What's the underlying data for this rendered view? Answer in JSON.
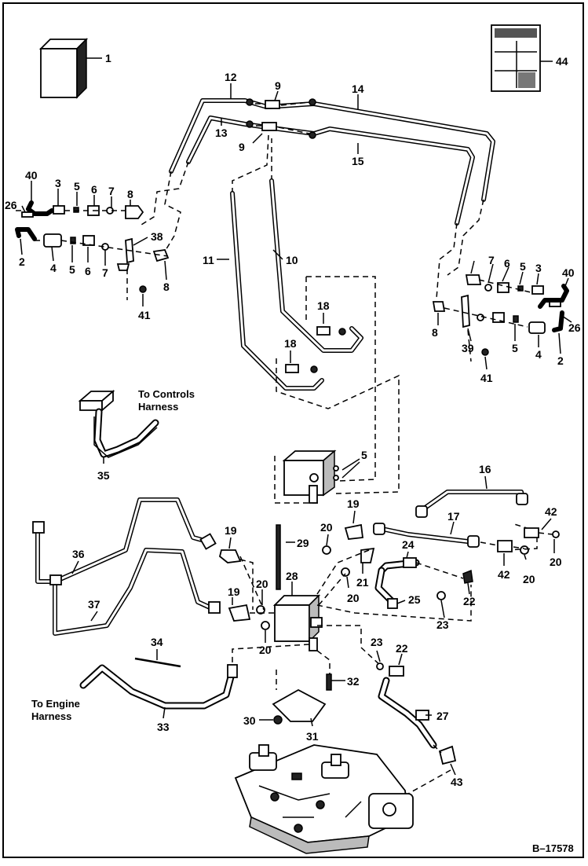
{
  "figure_number": "B–17578",
  "notes": {
    "controls_line1": "To Controls",
    "controls_line2": "Harness",
    "engine_line1": "To Engine",
    "engine_line2": "Harness"
  },
  "callouts": {
    "c1": "1",
    "c44": "44",
    "c12": "12",
    "c9a": "9",
    "c14": "14",
    "c13": "13",
    "c9b": "9",
    "c15": "15",
    "c40l": "40",
    "c3l": "3",
    "c5l": "5",
    "c6l": "6",
    "c7l": "7",
    "c8l": "8",
    "c26l": "26",
    "c2l": "2",
    "c4l": "4",
    "c5l2": "5",
    "c6l2": "6",
    "c7l2": "7",
    "c38": "38",
    "c8l2": "8",
    "c41l": "41",
    "c11": "11",
    "c10": "10",
    "c18a": "18",
    "c18b": "18",
    "c7r": "7",
    "c6r": "6",
    "c5r": "5",
    "c3r": "3",
    "c40r": "40",
    "c26r": "26",
    "c8r": "8",
    "c39": "39",
    "c5r2": "5",
    "c4r": "4",
    "c2r": "2",
    "c41r": "41",
    "c35": "35",
    "c5m": "5",
    "c16": "16",
    "c42a": "42",
    "c20a": "20",
    "c19a": "19",
    "c17": "17",
    "c36": "36",
    "c37": "37",
    "c19b": "19",
    "c19c": "19",
    "c29": "29",
    "c28": "28",
    "c20b": "20",
    "c20c": "20",
    "c20d": "20",
    "c21": "21",
    "c24": "24",
    "c20e": "20",
    "c25": "25",
    "c22a": "22",
    "c23a": "23",
    "c42b": "42",
    "c20f": "20",
    "c34": "34",
    "c33": "33",
    "c32": "32",
    "c30": "30",
    "c31": "31",
    "c23b": "23",
    "c22b": "22",
    "c27": "27",
    "c43": "43"
  }
}
